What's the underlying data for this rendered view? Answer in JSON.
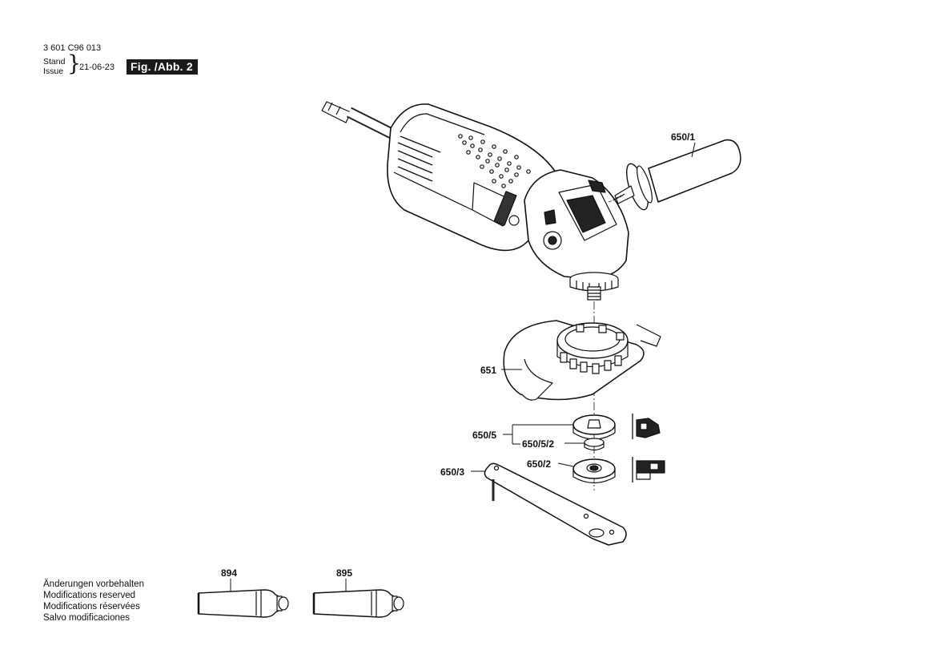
{
  "header": {
    "document_number": "3 601 C96 013",
    "stand_label": "Stand",
    "issue_label": "Issue",
    "brace": "}",
    "date": "21-06-23",
    "figure_label": "Fig. /Abb. 2"
  },
  "parts": [
    {
      "id": "650/1"
    },
    {
      "id": "651"
    },
    {
      "id": "650/5"
    },
    {
      "id": "650/5/2"
    },
    {
      "id": "650/2"
    },
    {
      "id": "650/3"
    },
    {
      "id": "894"
    },
    {
      "id": "895"
    }
  ],
  "notes": [
    "Änderungen vorbehalten",
    "Modifications reserved",
    "Modifications réservées",
    "Salvo modificaciones"
  ]
}
